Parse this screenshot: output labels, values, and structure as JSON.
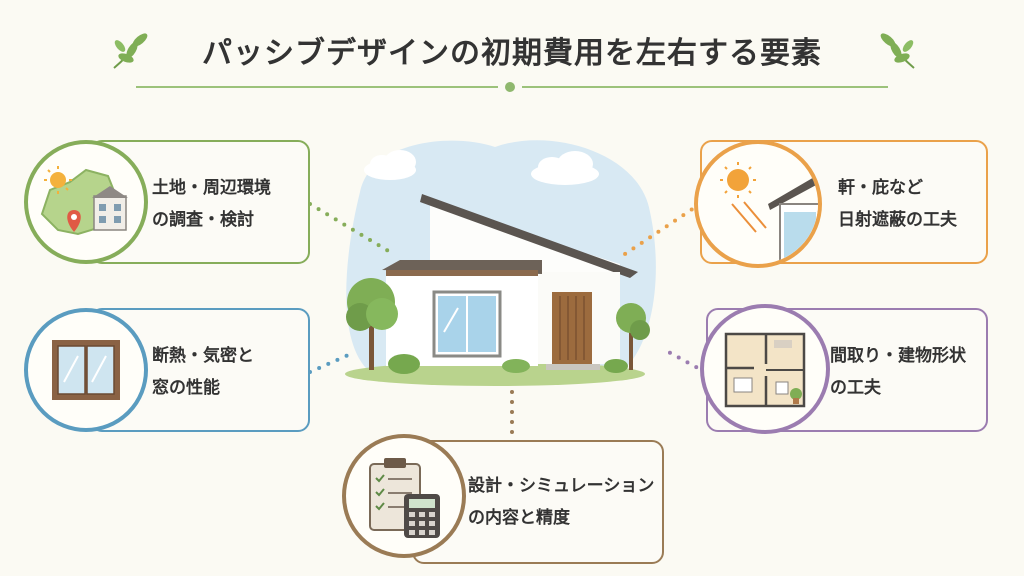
{
  "title": "パッシブデザインの初期費用を左右する要素",
  "factors": [
    {
      "id": "land",
      "line1": "土地・周辺環境",
      "line2": "の調査・検討",
      "color": "#86ad5a",
      "icon": "map-sun-pin-icon"
    },
    {
      "id": "insulation",
      "line1": "断熱・気密と",
      "line2": "窓の性能",
      "color": "#5a9cc0",
      "icon": "window-icon"
    },
    {
      "id": "simulation",
      "line1": "設計・シミュレーション",
      "line2": "の内容と精度",
      "color": "#9a7b55",
      "icon": "clipboard-calculator-icon"
    },
    {
      "id": "eaves",
      "line1": "軒・庇など",
      "line2": "日射遮蔽の工夫",
      "color": "#eaa14a",
      "icon": "sun-eaves-icon"
    },
    {
      "id": "layout",
      "line1": "間取り・建物形状",
      "line2": "の工夫",
      "color": "#9b7cb0",
      "icon": "floor-plan-icon"
    }
  ]
}
